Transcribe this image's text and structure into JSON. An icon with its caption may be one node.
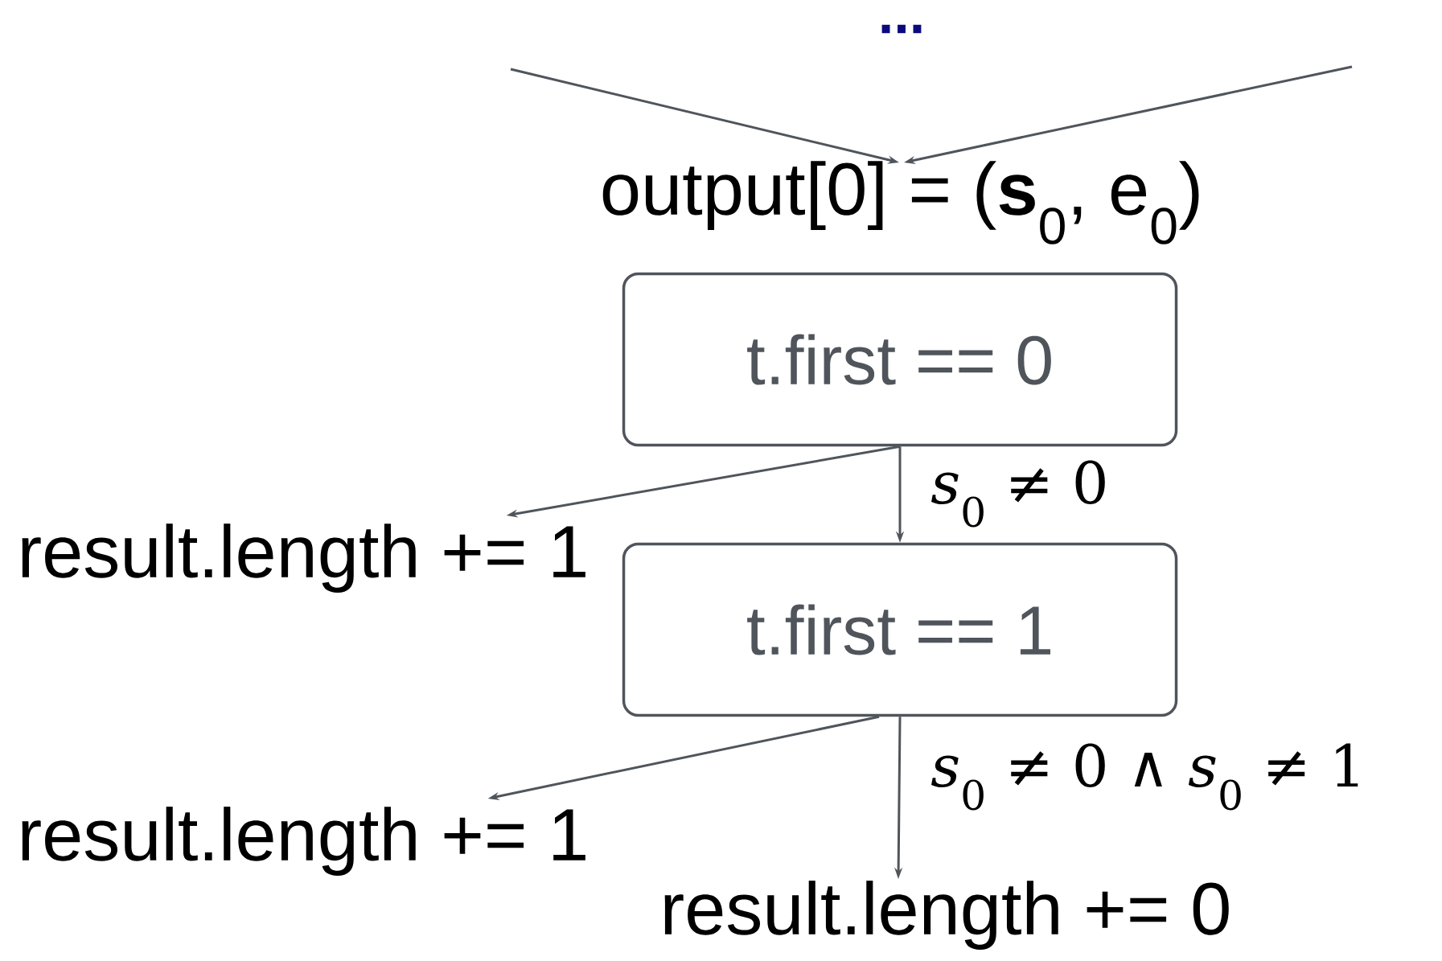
{
  "diagram": {
    "nodes": [
      {
        "text": [
          "output[0] = (**s**$_{0}$, e$_{0}$)"
        ]
      },
      {
        "text": [
          "t.first == 0"
        ]
      },
      {
        "text": [
          "t.first == 1"
        ]
      },
      {
        "text": [
          "result.length += 1"
        ]
      },
      {
        "text": [
          "result.length += 1"
        ]
      },
      {
        "text": [
          "result.length += 0"
        ]
      }
    ],
    "edges": [
      {
        "from": null,
        "to": 0,
        "arrow": "to"
      },
      {
        "from": null,
        "to": 0,
        "arrow": "to"
      },
      {
        "from": 1,
        "to": 3,
        "arrow": "to"
      },
      {
        "from": 1,
        "to": 2,
        "arrow": "to",
        "label": "*s*$_{0}$ ≠ 0"
      },
      {
        "from": 2,
        "to": 4,
        "arrow": "to"
      },
      {
        "from": 2,
        "to": 5,
        "arrow": "to",
        "label": "*s*$_{0}$ ≠ 0 ∧ *s*$_{0}$ ≠ 1"
      }
    ],
    "labels": [
      "..."
    ]
  }
}
